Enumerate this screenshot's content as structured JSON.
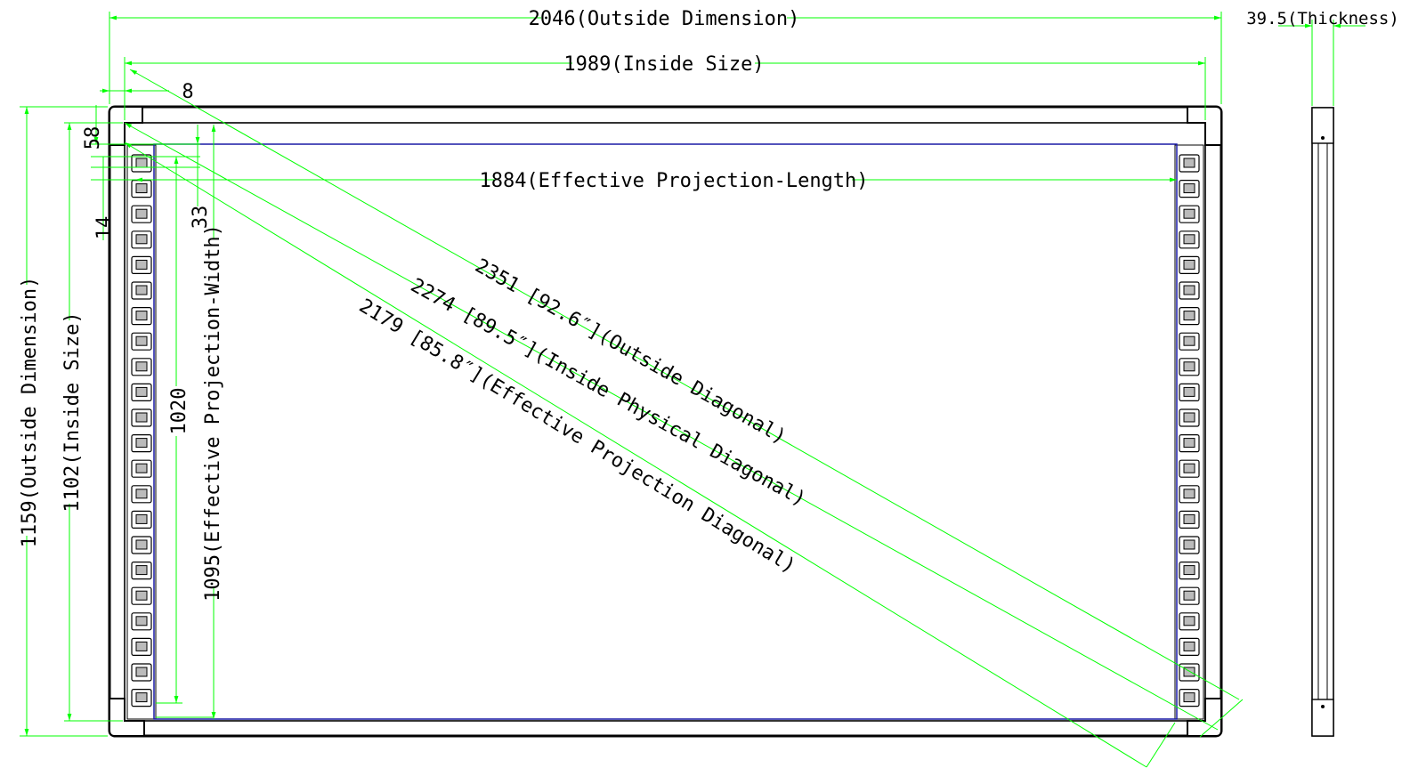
{
  "labels": {
    "outside_width": "2046(Outside Dimension)",
    "inside_width": "1989(Inside Size)",
    "thickness": "39.5(Thickness)",
    "gap_8": "8",
    "gap_58": "58",
    "gap_14": "14",
    "gap_33": "33",
    "effective_length": "1884(Effective Projection-Length)",
    "outside_height": "1159(Outside Dimension)",
    "inside_height": "1102(Inside Size)",
    "height_1020": "1020",
    "effective_width": "1095(Effective Projection-Width)",
    "outside_diagonal": "2351 [92.6″](Outside Diagonal)",
    "inside_diagonal": "2274 [89.5″](Inside Physical Diagonal)",
    "effective_diagonal": "2179 [85.8″](Effective Projection Diagonal)"
  },
  "colors": {
    "dimension_line": "#00ff00",
    "frame": "#000000",
    "projection_area": "#1a1aa6"
  },
  "side_button_icons": [
    "computer-icon",
    "window-icon",
    "keyboard-icon",
    "keyboard-icon",
    "zoom-in-icon",
    "zoom-out-icon",
    "next-page-icon",
    "prev-page-icon",
    "save-icon",
    "print-icon",
    "screen-icon",
    "mouse-icon",
    "pen-icon",
    "pen-icon",
    "pen-icon",
    "line-icon",
    "eraser-icon",
    "media-icon",
    "media-icon",
    "clear-icon",
    "lock-icon",
    "menu-icon"
  ]
}
